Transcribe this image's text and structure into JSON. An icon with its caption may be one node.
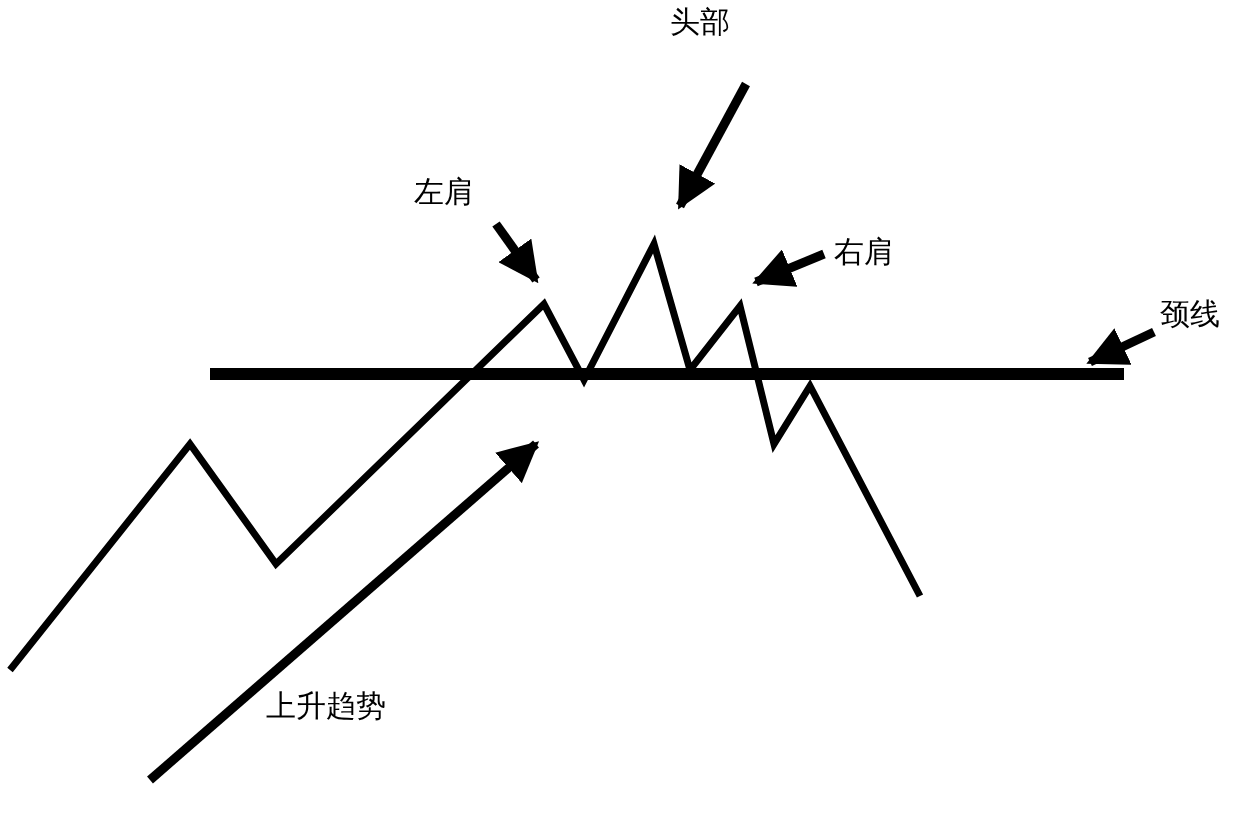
{
  "diagram": {
    "nodes": [
      {
        "text": [
          "头部"
        ]
      },
      {
        "text": [
          "左肩"
        ]
      },
      {
        "text": [
          "右肩"
        ]
      },
      {
        "text": [
          "颈线"
        ]
      }
    ],
    "edges": [
      {
        "from": 0,
        "to": null,
        "arrow": "to"
      },
      {
        "from": 1,
        "to": null,
        "arrow": "to"
      },
      {
        "from": 2,
        "to": null,
        "arrow": "to"
      },
      {
        "from": 3,
        "to": null,
        "arrow": "to"
      }
    ],
    "labels": [
      "上升趋势"
    ]
  }
}
